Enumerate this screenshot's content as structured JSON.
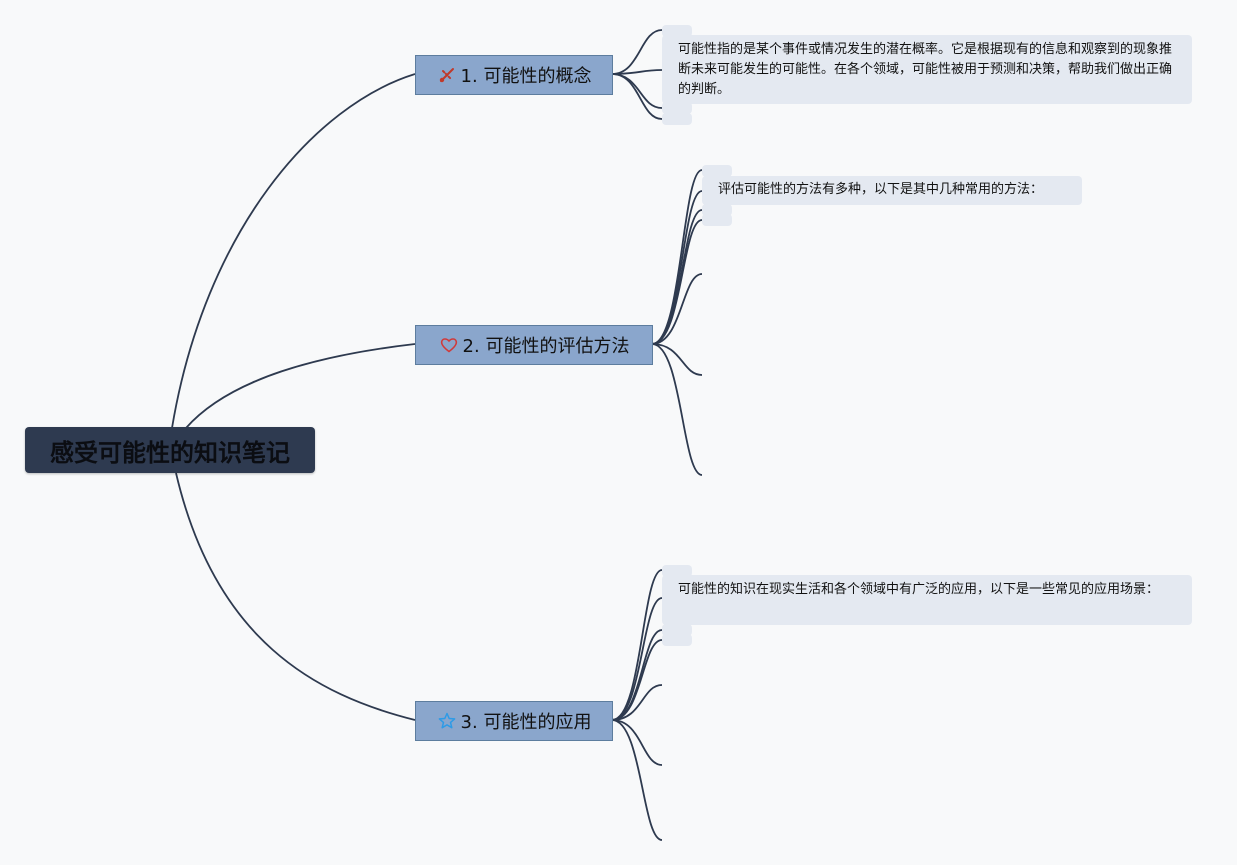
{
  "root": {
    "label": "感受可能性的知识笔记"
  },
  "branches": [
    {
      "label": "1. 可能性的概念",
      "icon": "tools-icon",
      "detail": "可能性指的是某个事件或情况发生的潜在概率。它是根据现有的信息和观察到的现象推断未来可能发生的可能性。在各个领域，可能性被用于预测和决策，帮助我们做出正确的判断。"
    },
    {
      "label": "2. 可能性的评估方法",
      "icon": "heart-icon",
      "detail": "评估可能性的方法有多种，以下是其中几种常用的方法："
    },
    {
      "label": "3. 可能性的应用",
      "icon": "star-icon",
      "detail": "可能性的知识在现实生活和各个领域中有广泛的应用，以下是一些常见的应用场景："
    }
  ],
  "colors": {
    "root_bg": "#2e3a50",
    "branch_bg": "#8aa6cc",
    "leaf_bg": "#e4e9f1",
    "edge": "#2e3a4f",
    "heart_icon": "#d03a3a",
    "tools_icon": "#c0392b",
    "star_icon": "#2e9be6"
  }
}
